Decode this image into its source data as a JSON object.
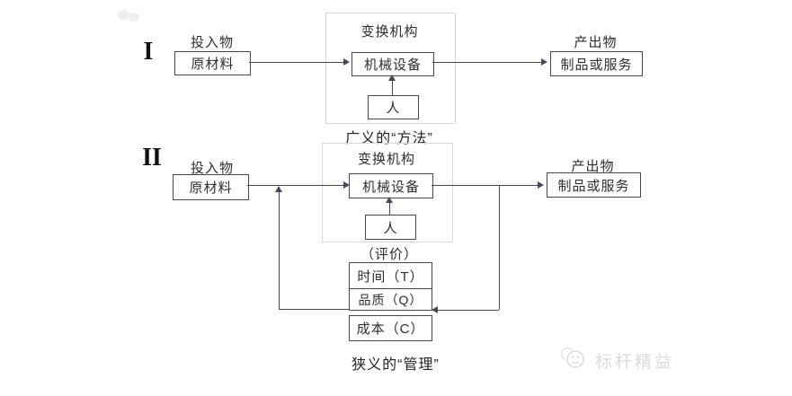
{
  "colors": {
    "line": "#47475c",
    "box_border": "#474747",
    "container_border": "#d8d8d8",
    "text": "#2e2e2e",
    "watermark": "#dcdcdc"
  },
  "row1": {
    "numeral": "I",
    "input_label": "投入物",
    "input_box": "原材料",
    "mechanism_label": "变换机构",
    "machine_box": "机械设备",
    "human_box": "人",
    "output_label": "产出物",
    "output_box": "制品或服务"
  },
  "caption_broad": "广义的“方法”",
  "row2": {
    "numeral": "II",
    "input_label": "投入物",
    "input_box": "原材料",
    "mechanism_label": "变换机构",
    "machine_box": "机械设备",
    "human_box": "人",
    "output_label": "产出物",
    "output_box": "制品或服务",
    "evaluation_label": "（评价）",
    "metrics": [
      "时间（T）",
      "品质（Q）",
      "成本（C）"
    ]
  },
  "caption_narrow": "狭义的“管理”",
  "watermark": {
    "brand": "标杆精益"
  }
}
